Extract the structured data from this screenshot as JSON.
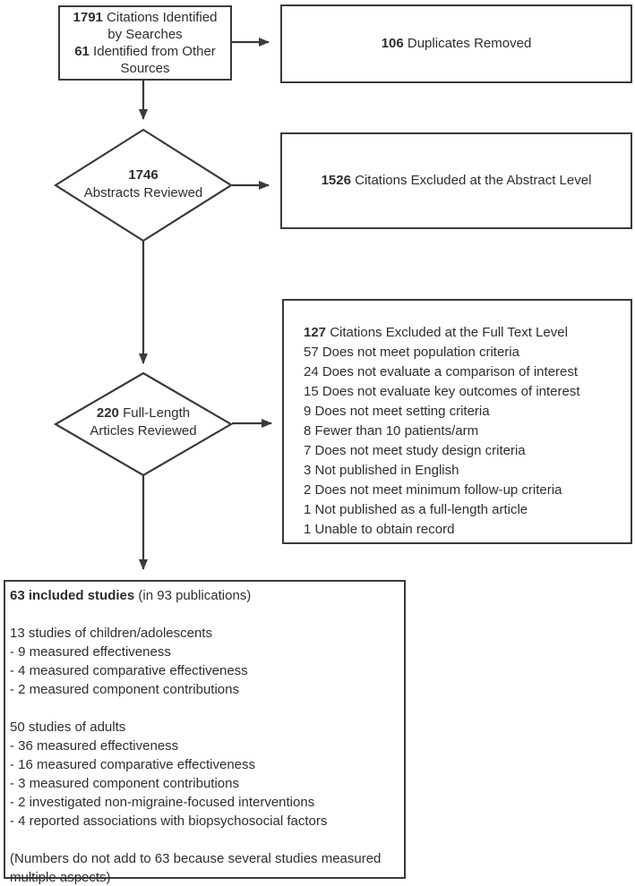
{
  "diagram": {
    "title": "Study selection flow diagram",
    "colors": {
      "line": "#3a3a3a",
      "text": "#2e2e2e",
      "background": "#ffffff"
    },
    "identified_box": {
      "line1_num": "1791",
      "line1_text": " Citations Identified by Searches",
      "line2_num": "61",
      "line2_text": " Identified from Other Sources"
    },
    "duplicates_box": {
      "num": "106",
      "text": " Duplicates Removed"
    },
    "abstracts_diamond": {
      "num": "1746",
      "label": "Abstracts Reviewed"
    },
    "abstract_excluded_box": {
      "num": "1526",
      "text": " Citations Excluded at the Abstract Level"
    },
    "articles_diamond": {
      "num": "220",
      "label_line1_rest": " Full-Length",
      "label_line2": "Articles Reviewed"
    },
    "fulltext_excluded_box": {
      "header_num": "127",
      "header_text": " Citations Excluded at the Full Text Level",
      "items": [
        "57 Does not meet population criteria",
        "24 Does not evaluate a comparison of interest",
        "15 Does not evaluate key outcomes of interest",
        "9 Does not meet setting criteria",
        "8 Fewer than 10 patients/arm",
        "7 Does not meet study design criteria",
        "3 Not published in English",
        "2 Does not meet minimum follow-up criteria",
        "1 Not published as a full-length article",
        "1 Unable to obtain record"
      ]
    },
    "included_box": {
      "header_bold": "63 included studies",
      "header_rest": " (in 93 publications)",
      "children_title": "13 studies of children/adolescents",
      "children_items": [
        "- 9 measured effectiveness",
        "- 4 measured comparative effectiveness",
        "- 2 measured component contributions"
      ],
      "adults_title": "50 studies of adults",
      "adults_items": [
        "- 36 measured effectiveness",
        "- 16 measured comparative effectiveness",
        "- 3 measured component contributions",
        "- 2 investigated non-migraine-focused interventions",
        "- 4 reported associations with biopsychosocial factors"
      ],
      "note": "(Numbers do not add to 63 because several studies measured multiple aspects)"
    }
  }
}
